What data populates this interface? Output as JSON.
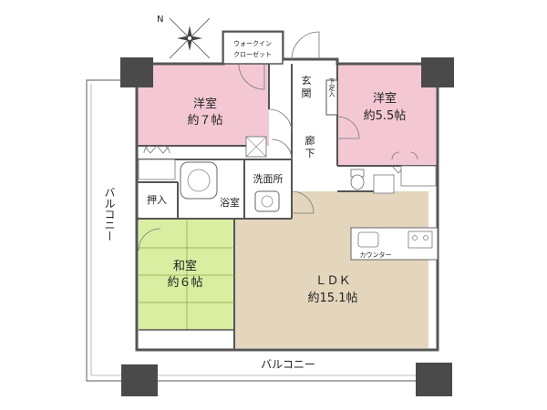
{
  "rooms": {
    "western_room_1": {
      "name": "洋室",
      "size": "約７帖"
    },
    "western_room_2": {
      "name": "洋室",
      "size": "約5.5帖"
    },
    "japanese_room": {
      "name": "和室",
      "size": "約６帖"
    },
    "ldk": {
      "name": "ＬＤＫ",
      "size": "約15.1帖"
    }
  },
  "labels": {
    "walk_in_closet_1": "ウォークイン",
    "walk_in_closet_2": "クローゼット",
    "entrance_1": "玄",
    "entrance_2": "関",
    "shoe_storage": "下足入",
    "hallway_1": "廊",
    "hallway_2": "下",
    "washroom": "洗面所",
    "bathroom": "浴室",
    "closet": "押入",
    "counter": "カウンター",
    "balcony_left": "バルコニー",
    "balcony_bottom": "バルコニー",
    "compass_n": "N"
  },
  "colors": {
    "western_room": "#f3c8d4",
    "japanese_room": "#d9eea1",
    "ldk": "#e4d6bd",
    "wet_area": "#ffffff",
    "column": "#4a4a4a",
    "wall": "#555555"
  }
}
